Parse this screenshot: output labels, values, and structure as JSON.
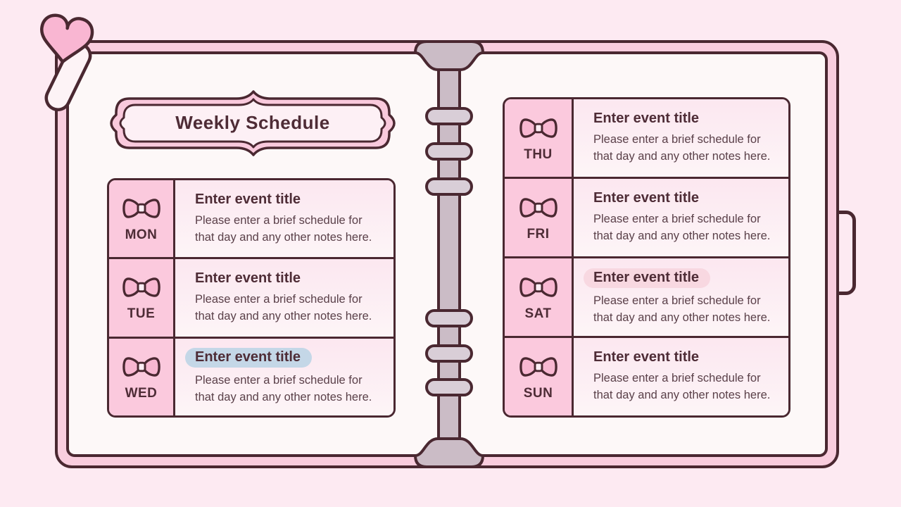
{
  "banner": {
    "title": "Weekly Schedule"
  },
  "event": {
    "title": "Enter event title",
    "desc_line1": "Please enter a brief schedule for",
    "desc_line2": "that day and any other notes here."
  },
  "days": [
    {
      "label": "MON",
      "highlight": ""
    },
    {
      "label": "TUE",
      "highlight": ""
    },
    {
      "label": "WED",
      "highlight": "blue"
    },
    {
      "label": "THU",
      "highlight": ""
    },
    {
      "label": "FRI",
      "highlight": ""
    },
    {
      "label": "SAT",
      "highlight": "pink"
    },
    {
      "label": "SUN",
      "highlight": ""
    }
  ],
  "icons": {
    "day": "bow-icon",
    "decorations": [
      "heart-icon",
      "pen-icon"
    ],
    "binder": "binder-rings-icon",
    "edge": "bookmark-tab"
  },
  "colors": {
    "background": "#fdeaf2",
    "ink": "#4a2831",
    "cover-pink": "#f9cdde",
    "page-white": "#fdf8f8",
    "day-col": "#fbc9dd",
    "bow-fill": "#f8b7d1",
    "bow-knot": "#fdeef4",
    "content-top": "#fce7f0",
    "content-bottom": "#fdf5f7",
    "spine-bar": "#cbbcc6",
    "spine-ring": "#d9ced7",
    "hl-blue": "#c4d7e7",
    "hl-pink": "#f8d8e1",
    "heart-pink": "#f9b6d2",
    "pen-fill": "#fdf3f6",
    "banner-band": "#f9c9dc",
    "banner-inner": "#fdf0f5",
    "title-ink": "#4e2c36",
    "body-ink": "#5a4049"
  }
}
